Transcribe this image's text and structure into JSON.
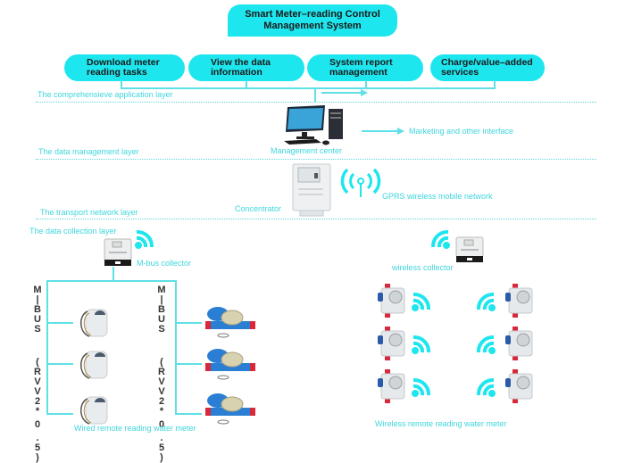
{
  "title": "Smart Meter–reading Control Management System",
  "title_lines": [
    "Smart Meter–reading Control",
    "Management System"
  ],
  "applications": [
    {
      "lines": [
        "Download meter",
        "reading tasks"
      ]
    },
    {
      "lines": [
        "View the data",
        "information"
      ]
    },
    {
      "lines": [
        "System report",
        "management"
      ]
    },
    {
      "lines": [
        "Charge/value–added",
        "services"
      ]
    }
  ],
  "layers": {
    "application": "The comprehensieve application layer",
    "data_management": "The data management layer",
    "transport": "The transport network layer",
    "data_collection": "The data collection layer"
  },
  "nodes": {
    "management_center": "Management center",
    "marketing_interface": "Marketing and other interface",
    "concentrator": "Concentrator",
    "gprs": "GPRS wireless mobile network",
    "mbus_collector": "M-bus collector",
    "wireless_collector": "wireless collector",
    "wired_meter_caption": "Wired remote reading water meter",
    "wireless_meter_caption": "Wireless remote reading water meter"
  },
  "bus_labels": {
    "left": [
      "M",
      "|",
      "B",
      "U",
      "S",
      "",
      "(",
      "R",
      "V",
      "V",
      "2",
      "*",
      "0",
      ".",
      "5",
      ")"
    ],
    "right": [
      "M",
      "|",
      "B",
      "U",
      "S",
      "",
      "(",
      "R",
      "V",
      "V",
      "2",
      "*",
      "0",
      ".",
      "5",
      ")"
    ]
  },
  "colors": {
    "accent": "#1ee6ee",
    "label": "#3fd6dc",
    "meter_blue": "#2a7fd4",
    "meter_red": "#d8283a"
  }
}
